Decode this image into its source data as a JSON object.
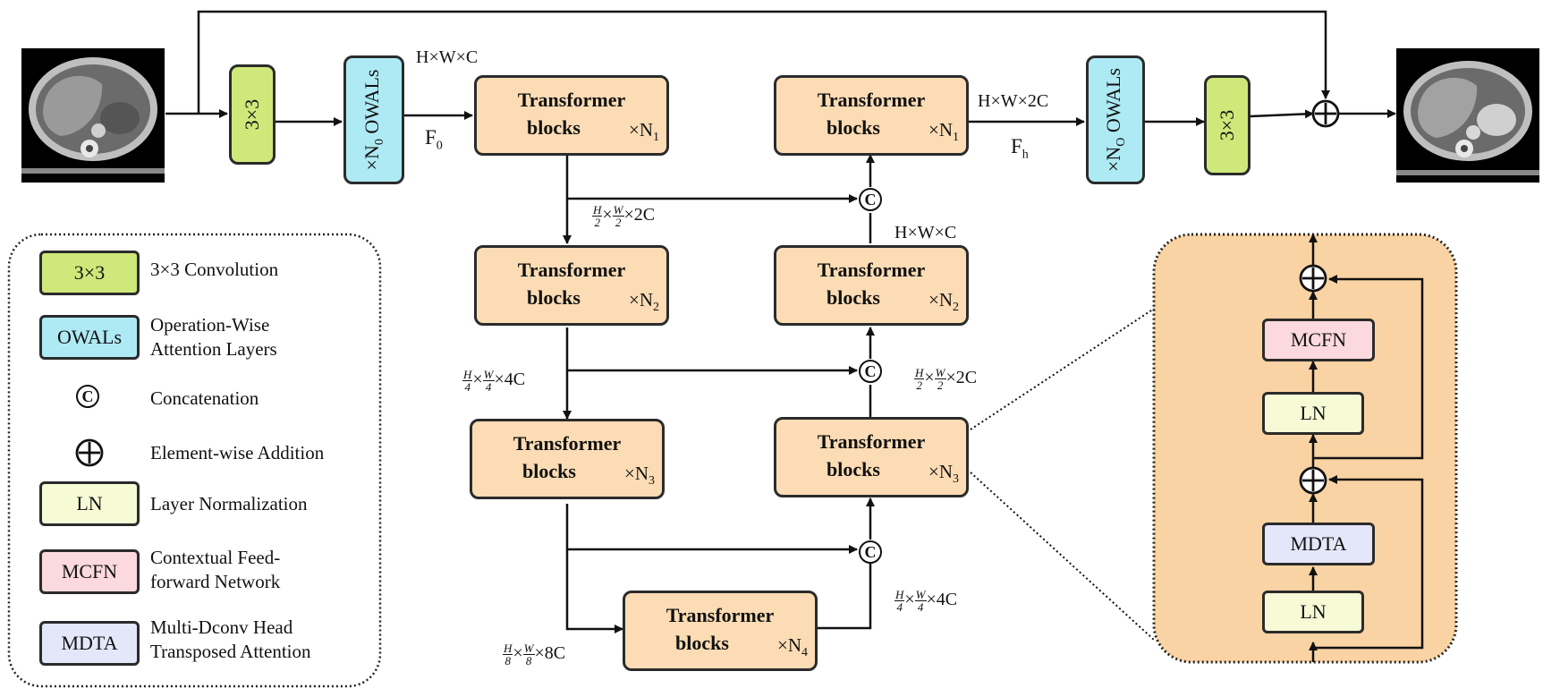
{
  "diagram": {
    "transformer_label_1": "Transformer",
    "transformer_label_2": "blocks",
    "times": "×",
    "n1": "N",
    "n1_sub": "1",
    "n2": "N",
    "n2_sub": "2",
    "n3": "N",
    "n3_sub": "3",
    "n4": "N",
    "n4_sub": "4",
    "conv_label": "3×3",
    "owals_label": "OWALs",
    "owals_left_mult": "×N",
    "owals_left_sub": "0",
    "owals_right_mult": "×N",
    "owals_right_sub": "O",
    "f0": "F",
    "f0_sub": "0",
    "fh": "F",
    "fh_sub": "h",
    "dim_hwc": "H×W×C",
    "dim_hw2c": "H×W×2C",
    "dim_h": "H",
    "dim_w": "W",
    "dim_2": "2",
    "dim_4": "4",
    "dim_8": "8",
    "dim_2c": "×2C",
    "dim_4c": "×4C",
    "dim_8c": "×8C",
    "concat_symbol": "C",
    "detail": {
      "mcfn": "MCFN",
      "ln": "LN",
      "mdta": "MDTA"
    }
  },
  "legend": {
    "items": [
      {
        "key": "3×3",
        "text": "3×3 Convolution",
        "color": "#cfe87a"
      },
      {
        "key": "OWALs",
        "text": "Operation-Wise Attention Layers",
        "color": "#aeeaf4"
      },
      {
        "key": "C",
        "text": "Concatenation"
      },
      {
        "key": "+",
        "text": "Element-wise Addition"
      },
      {
        "key": "LN",
        "text": "Layer Normalization",
        "color": "#f6fbd6"
      },
      {
        "key": "MCFN",
        "text": "Contextual Feed-forward Network",
        "color": "#fcd9df"
      },
      {
        "key": "MDTA",
        "text": "Multi-Dconv Head Transposed Attention",
        "color": "#e4e6fa"
      }
    ],
    "owals_line1": "Operation-Wise",
    "owals_line2": "Attention Layers",
    "mcfn_line1": "Contextual Feed-",
    "mcfn_line2": "forward Network",
    "mdta_line1": "Multi-Dconv Head",
    "mdta_line2": "Transposed Attention"
  },
  "colors": {
    "transformer": "#fcdcb4",
    "conv": "#cfe87a",
    "owals": "#aeeaf4",
    "ln": "#f6fbd6",
    "mcfn": "#fcd9df",
    "mdta": "#e4e6fa",
    "panel": "#f9d3a3"
  },
  "icons": [
    "ct-scan-input-image",
    "ct-scan-output-image",
    "concat-icon",
    "add-icon"
  ]
}
